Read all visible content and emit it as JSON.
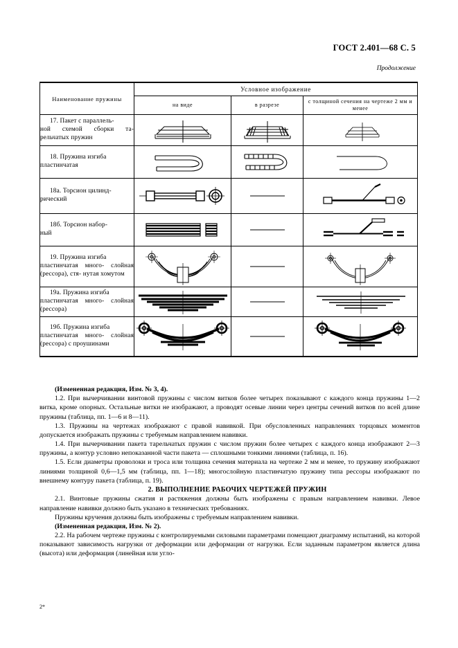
{
  "header": {
    "standard_ref": "ГОСТ 2.401—68 С. 5",
    "continuation": "Продолжение"
  },
  "table": {
    "headers": {
      "name": "Наименование пружины",
      "group": "Условное изображение",
      "view": "на виде",
      "section": "в разрезе",
      "thin": "с толщиной сечения на чертеже 2 мм и менее"
    },
    "rows": [
      {
        "id": "17",
        "name_lines": [
          "17. Пакет с параллель-",
          "ной схемой сборки та-",
          "рельчатых пружин"
        ],
        "view_figure": "disc-spring-pack-view",
        "section_figure": "disc-spring-pack-section",
        "thin_figure": "disc-spring-pack-thin"
      },
      {
        "id": "18",
        "name_lines": [
          "18. Пружина изгиба",
          "пластинчатая"
        ],
        "view_figure": "leaf-hairpin-view",
        "section_figure": "leaf-hairpin-section",
        "thin_figure": "leaf-hairpin-thin"
      },
      {
        "id": "18а",
        "name_lines": [
          "18а. Торсион цилинд-",
          "рический"
        ],
        "view_figure": "torsion-bar-view",
        "section_figure": "axis-line",
        "thin_figure": "torsion-bar-thin"
      },
      {
        "id": "18б",
        "name_lines": [
          "18б. Торсион набор-",
          "ный"
        ],
        "view_figure": "laminated-torsion-view",
        "section_figure": "axis-line",
        "thin_figure": "laminated-torsion-thin"
      },
      {
        "id": "19",
        "name_lines": [
          "19. Пружина изгиба",
          "пластинчатая много-",
          "слойная (рессора), стя-",
          "нутая хомутом"
        ],
        "view_figure": "multileaf-clamped-view",
        "section_figure": "axis-line",
        "thin_figure": "multileaf-clamped-thin"
      },
      {
        "id": "19а",
        "name_lines": [
          "19а. Пружина изгиба",
          "пластинчатая много-",
          "слойная (рессора)"
        ],
        "view_figure": "multileaf-view",
        "section_figure": "axis-line",
        "thin_figure": "multileaf-thin"
      },
      {
        "id": "19б",
        "name_lines": [
          "19б. Пружина изгиба",
          "пластинчатая много-",
          "слойная (рессора) с",
          "проушинами"
        ],
        "view_figure": "multileaf-eyes-view",
        "section_figure": "axis-line",
        "thin_figure": "multileaf-eyes-thin"
      }
    ]
  },
  "body": {
    "revision_note_1": "(Измененная редакция, Изм. № 3, 4).",
    "p_1_2": "1.2. При вычерчивании винтовой пружины с числом витков более четырех показывают с каждого конца пружины 1—2 витка, кроме опорных. Остальные витки не изображают, а проводят осевые линии через центры  сечений витков по всей длине пружины (таблица, пп. 1—6 и 8—11).",
    "p_1_3": "1.3. Пружины на чертежах изображают с правой навивкой. При обусловленных направлениях торцовых моментов допускается изображать пружины с требуемым направлением навивки.",
    "p_1_4": "1.4. При вычерчивании пакета тарельчатых пружин с числом пружин более четырех с каждого конца изображают 2—3 пружины, а контур условно непоказанной части пакета — сплошными тонкими линиями (таблица, п. 16).",
    "p_1_5": "1.5. Если диаметры проволоки и троса или толщина сечения материала на чертеже 2 мм и менее, то пружину изображают линиями толщиной 0,6—1,5 мм (таблица, пп. 1—18); многослойную пластинчатую пружину типа рессоры изображают по внешнему контуру пакета (таблица, п. 19).",
    "section_2_title": "2. ВЫПОЛНЕНИЕ РАБОЧИХ ЧЕРТЕЖЕЙ ПРУЖИН",
    "p_2_1": "2.1. Винтовые пружины сжатия и растяжения должны быть изображены  с правым направлением навивки. Левое направление навивки должно быть указано в технических требованиях.",
    "p_2_1_extra": "Пружины кручения должны быть изображены с требуемым направлением навивки.",
    "revision_note_2": "(Измененная редакция, Изм. № 2).",
    "p_2_2": "2.2. На рабочем чертеже пружины с контролируемыми силовыми параметрами помещают диаграмму испытаний, на которой показывают зависимость нагрузки от деформации или деформации от нагрузки. Если  заданным параметром является длина (высота) или деформация (линейная или угло-",
    "footer_mark": "2*"
  },
  "colors": {
    "ink": "#000000",
    "paper": "#ffffff"
  }
}
